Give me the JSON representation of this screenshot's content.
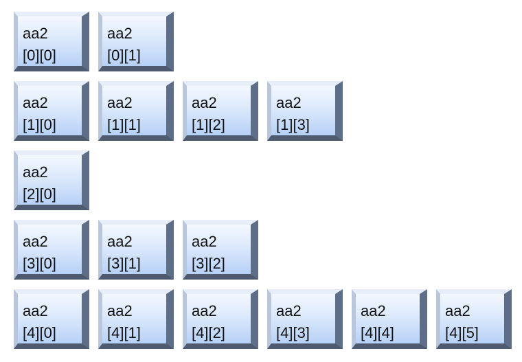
{
  "rows": [
    {
      "cells": [
        {
          "name": "aa2",
          "index": "[0][0]"
        },
        {
          "name": "aa2",
          "index": "[0][1]"
        }
      ]
    },
    {
      "cells": [
        {
          "name": "aa2",
          "index": "[1][0]"
        },
        {
          "name": "aa2",
          "index": "[1][1]"
        },
        {
          "name": "aa2",
          "index": "[1][2]"
        },
        {
          "name": "aa2",
          "index": "[1][3]"
        }
      ]
    },
    {
      "cells": [
        {
          "name": "aa2",
          "index": "[2][0]"
        }
      ]
    },
    {
      "cells": [
        {
          "name": "aa2",
          "index": "[3][0]"
        },
        {
          "name": "aa2",
          "index": "[3][1]"
        },
        {
          "name": "aa2",
          "index": "[3][2]"
        }
      ]
    },
    {
      "cells": [
        {
          "name": "aa2",
          "index": "[4][0]"
        },
        {
          "name": "aa2",
          "index": "[4][1]"
        },
        {
          "name": "aa2",
          "index": "[4][2]"
        },
        {
          "name": "aa2",
          "index": "[4][3]"
        },
        {
          "name": "aa2",
          "index": "[4][4]"
        },
        {
          "name": "aa2",
          "index": "[4][5]"
        }
      ]
    }
  ],
  "colors": {
    "face_top": "#f4f8ff",
    "face_bottom": "#b7d1f7",
    "bevel_dark": "#4d5a70",
    "bevel_light": "#e8eef9",
    "text": "#111111"
  }
}
